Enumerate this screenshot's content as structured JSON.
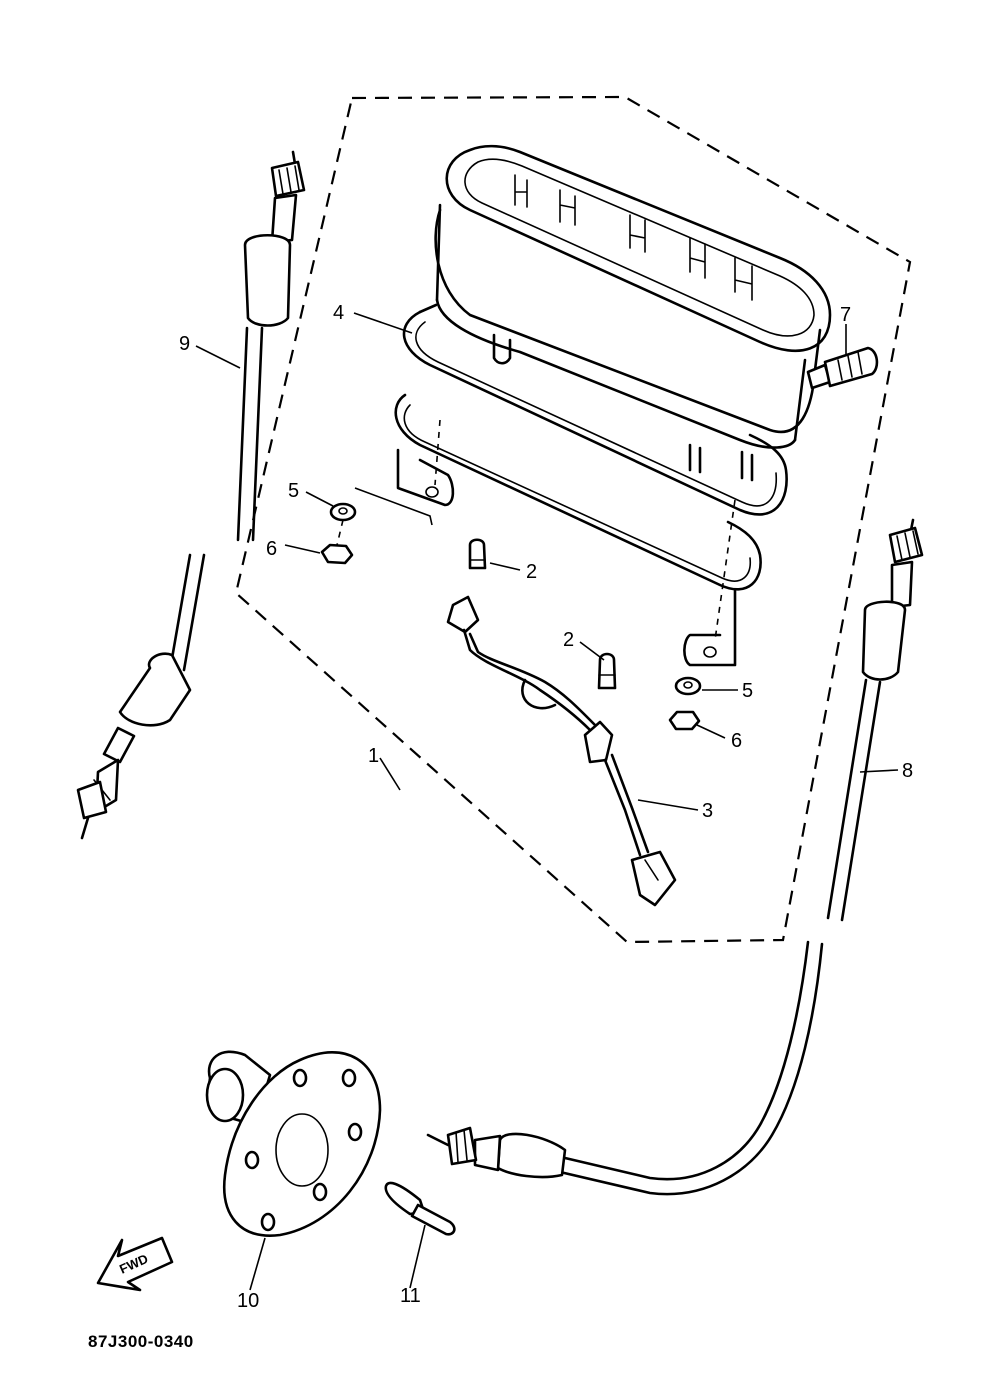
{
  "diagram": {
    "code": "87J300-0340",
    "fwd_marker": "FWD",
    "callouts": {
      "c1": "1",
      "c2a": "2",
      "c2b": "2",
      "c3": "3",
      "c4": "4",
      "c5a": "5",
      "c5b": "5",
      "c6a": "6",
      "c6b": "6",
      "c7": "7",
      "c8": "8",
      "c9": "9",
      "c10": "10",
      "c11": "11"
    }
  }
}
